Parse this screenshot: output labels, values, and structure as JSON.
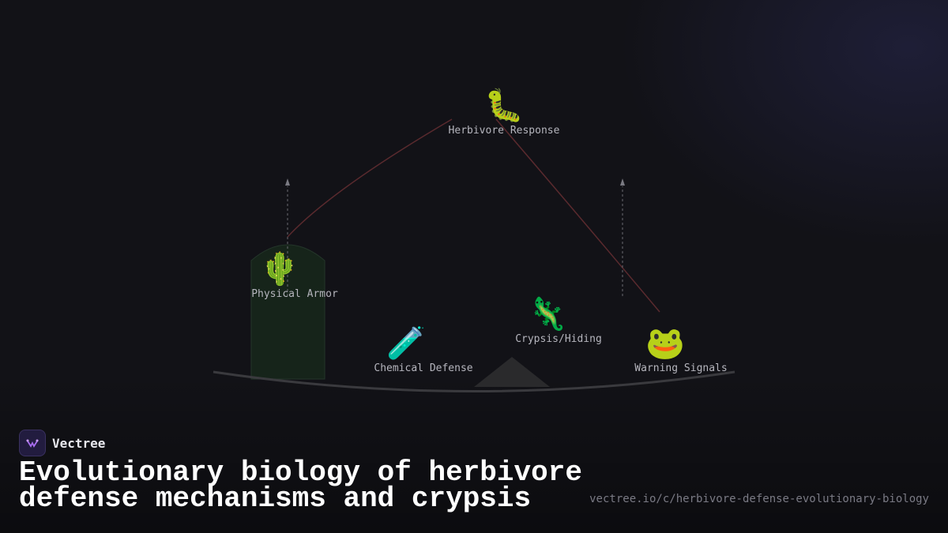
{
  "diagram": {
    "nodes": [
      {
        "id": "herbivore",
        "icon": "caterpillar-icon",
        "glyph": "🐛",
        "label": "Herbivore Response"
      },
      {
        "id": "armor",
        "icon": "cactus-icon",
        "glyph": "🌵",
        "label": "Physical Armor"
      },
      {
        "id": "chemical",
        "icon": "test-tube-icon",
        "glyph": "🧪",
        "label": "Chemical Defense"
      },
      {
        "id": "crypsis",
        "icon": "lizard-icon",
        "glyph": "🦎",
        "label": "Crypsis/Hiding"
      },
      {
        "id": "warning",
        "icon": "frog-icon",
        "glyph": "🐸",
        "label": "Warning Signals"
      }
    ],
    "colors": {
      "edge": "#5a2a2e",
      "arrow": "#6a6a72",
      "ground": "#3a3a3e",
      "mound": "#2a2a2c",
      "pillar": "#1a2a1c"
    }
  },
  "brand": {
    "name": "Vectree",
    "icon": "vectree-logo-icon"
  },
  "title": "Evolutionary biology of herbivore defense mechanisms and crypsis",
  "url": "vectree.io/c/herbivore-defense-evolutionary-biology"
}
